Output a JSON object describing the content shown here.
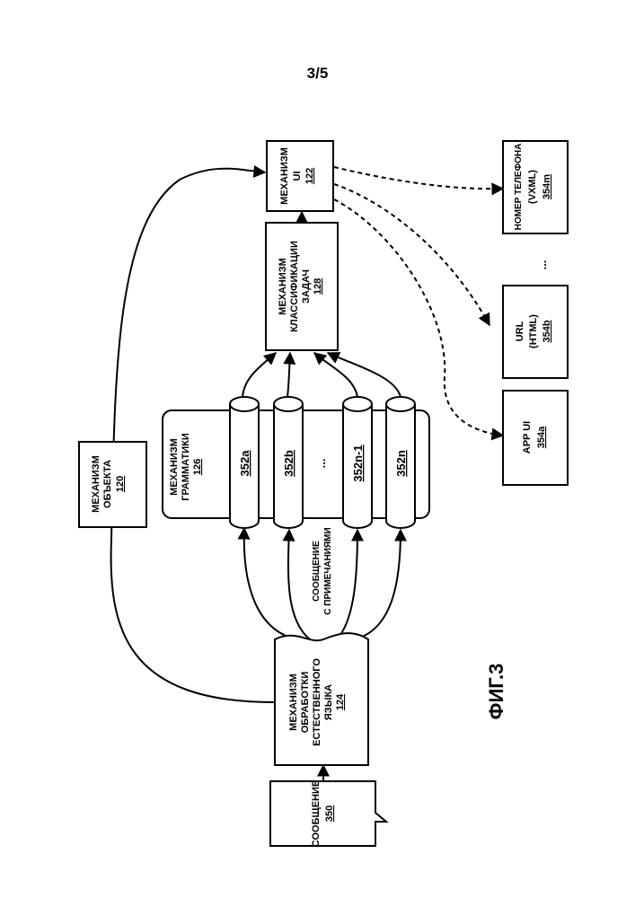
{
  "page_number": "3/5",
  "figure_label": "ФИГ.3",
  "message": {
    "label": "СООБЩЕНИЕ",
    "ref": "350"
  },
  "nlp": {
    "line1": "МЕХАНИЗМ",
    "line2": "ОБРАБОТКИ",
    "line3": "ЕСТЕСТВЕННОГО",
    "line4": "ЯЗЫКА",
    "ref": "124"
  },
  "annotated_message": {
    "line1": "СООБЩЕНИЕ",
    "line2": "С ПРИМЕЧАНИЯМИ"
  },
  "grammar": {
    "line1": "МЕХАНИЗМ",
    "line2": "ГРАММАТИКИ",
    "ref": "126",
    "cylinders": [
      "352a",
      "352b",
      "...",
      "352n-1",
      "352n"
    ]
  },
  "object_engine": {
    "line1": "МЕХАНИЗМ",
    "line2": "ОБЪЕКТА",
    "ref": "120"
  },
  "task_classification": {
    "line1": "МЕХАНИЗМ",
    "line2": "КЛАССИФИКАЦИИ",
    "line3": "ЗАДАЧ",
    "ref": "128"
  },
  "ui_engine": {
    "line1": "МЕХАНИЗМ",
    "line2": "UI",
    "ref": "122"
  },
  "outputs": {
    "app_ui": {
      "line1": "APP UI",
      "ref": "354a"
    },
    "url": {
      "line1": "URL",
      "line2": "(HTML)",
      "ref": "354b"
    },
    "ellipsis": "...",
    "phone": {
      "line1": "НОМЕР ТЕЛЕФОНА",
      "line2": "(VXML)",
      "ref": "354m"
    }
  }
}
